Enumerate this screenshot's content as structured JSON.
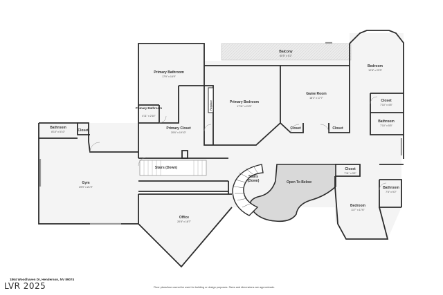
{
  "rooms": {
    "primary_bathroom": {
      "name": "Primary Bathroom",
      "dim": "17'9\" x 16'9\""
    },
    "primary_bathroom_small": {
      "name": "Primary Bathroom",
      "dim": "4'11\" x 2'10\""
    },
    "primary_closet": {
      "name": "Primary Closet",
      "dim": "20'6\" x 19'10\""
    },
    "fireplace": {
      "name": "Fireplace"
    },
    "primary_bedroom": {
      "name": "Primary Bedroom",
      "dim": "17'11\" x 21'5\""
    },
    "balcony": {
      "name": "Balcony",
      "dim": "65'5\" x 5'2\""
    },
    "game_room": {
      "name": "Game Room",
      "dim": "18'1\" x 17'7\""
    },
    "closet_gr_left": {
      "name": "Closet"
    },
    "closet_gr_right": {
      "name": "Closet"
    },
    "bedroom_ne": {
      "name": "Bedroom",
      "dim": "12'8\" x 23'3\""
    },
    "closet_ne": {
      "name": "Closet",
      "dim": "7'10\" x 4'6\""
    },
    "bathroom_ne": {
      "name": "Bathroom",
      "dim": "7'10\" x 5'5\""
    },
    "bathroom_w": {
      "name": "Bathroom",
      "dim": "8'10\" x 5'10\""
    },
    "closet_w": {
      "name": "Closet"
    },
    "gym": {
      "name": "Gym",
      "dim": "29'9\" x 21'9\""
    },
    "stairs_down_1": {
      "name": "Stairs (Down)"
    },
    "stairs_down_2": {
      "name": "Stairs",
      "name2": "(Down)"
    },
    "open_to_below": {
      "name": "Open To Below"
    },
    "office": {
      "name": "Office",
      "dim": "20'8\" x 18'7\""
    },
    "closet_se": {
      "name": "Closet",
      "dim": "7'11\" x 3'9\""
    },
    "bathroom_se": {
      "name": "Bathroom",
      "dim": "7'5\" x 9'2\""
    },
    "bedroom_se": {
      "name": "Bedroom",
      "dim": "11'7\" x 17'6\""
    }
  },
  "footer": {
    "address": "1864 Woodhaven Dr, Henderson, NV 89074",
    "note": "Floor plans/tour cannot be used for building or design purposes. Sizes and dimensions are approximate."
  },
  "watermark": "LVR 2025",
  "colors": {
    "wall": "#2b2b2b",
    "floor": "#f3f3f3",
    "balcony": "#e3e3e3"
  }
}
